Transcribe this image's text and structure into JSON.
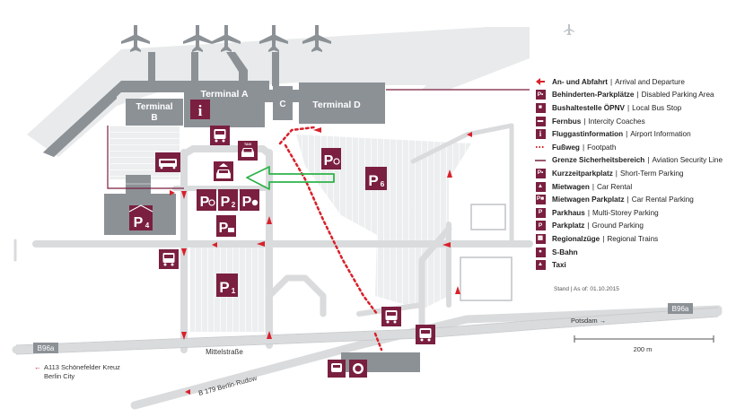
{
  "terminals": {
    "a": "Terminal A",
    "b_line1": "Terminal",
    "b_line2": "B",
    "c": "C",
    "d": "Terminal D"
  },
  "markers": {
    "p1": "P",
    "p1_sub": "1",
    "p2": "P",
    "p2_sub": "2",
    "p4": "P",
    "p4_sub": "4",
    "p6": "P",
    "p6_sub": "6",
    "info": "i",
    "taxi": "TAXI"
  },
  "roads": {
    "mittelstrasse": "Mittelstraße",
    "b179": "B 179 Berlin-Rudow",
    "b96a_left": "B96a",
    "b96a_right": "B96a",
    "potsdam": "Potsdam →",
    "a113_line1": "A113 Schönefelder Kreuz",
    "a113_line2": "Berlin City",
    "a113_arrow": "←"
  },
  "scale": {
    "label": "200 m"
  },
  "legend": {
    "items": [
      {
        "icon": "arrival-departure-arrow-icon",
        "de": "An- und Abfahrt",
        "en": "Arrival and Departure"
      },
      {
        "icon": "disabled-parking-icon",
        "de": "Behinderten-Parkplätze",
        "en": "Disabled Parking Area"
      },
      {
        "icon": "local-bus-icon",
        "de": "Bushaltestelle ÖPNV",
        "en": "Local Bus Stop"
      },
      {
        "icon": "intercity-coach-icon",
        "de": "Fernbus",
        "en": "Intercity Coaches"
      },
      {
        "icon": "airport-information-icon",
        "de": "Fluggastinformation",
        "en": "Airport Information"
      },
      {
        "icon": "footpath-icon",
        "de": "Fußweg",
        "en": "Footpath"
      },
      {
        "icon": "security-boundary-icon",
        "de": "Grenze Sicherheitsbereich",
        "en": "Aviation Security Line"
      },
      {
        "icon": "short-term-parking-icon",
        "de": "Kurzzeitparkplatz",
        "en": "Short-Term Parking"
      },
      {
        "icon": "car-rental-icon",
        "de": "Mietwagen",
        "en": "Car Rental"
      },
      {
        "icon": "car-rental-parking-icon",
        "de": "Mietwagen Parkplatz",
        "en": "Car Rental Parking"
      },
      {
        "icon": "multi-storey-parking-icon",
        "de": "Parkhaus",
        "en": "Multi-Storey Parking"
      },
      {
        "icon": "ground-parking-icon",
        "de": "Parkplatz",
        "en": "Ground Parking"
      },
      {
        "icon": "regional-train-icon",
        "de": "Regionalzüge",
        "en": "Regional Trains"
      },
      {
        "icon": "s-bahn-icon",
        "de": "S-Bahn",
        "en": ""
      },
      {
        "icon": "taxi-icon",
        "de": "Taxi",
        "en": ""
      }
    ],
    "stand": "Stand | As of: 01.10.2015"
  },
  "colors": {
    "marker": "#7a1f3f",
    "building": "#8c9196",
    "road": "#d9dbdd",
    "arrow": "#d9202a",
    "pointer": "#2db34a"
  }
}
